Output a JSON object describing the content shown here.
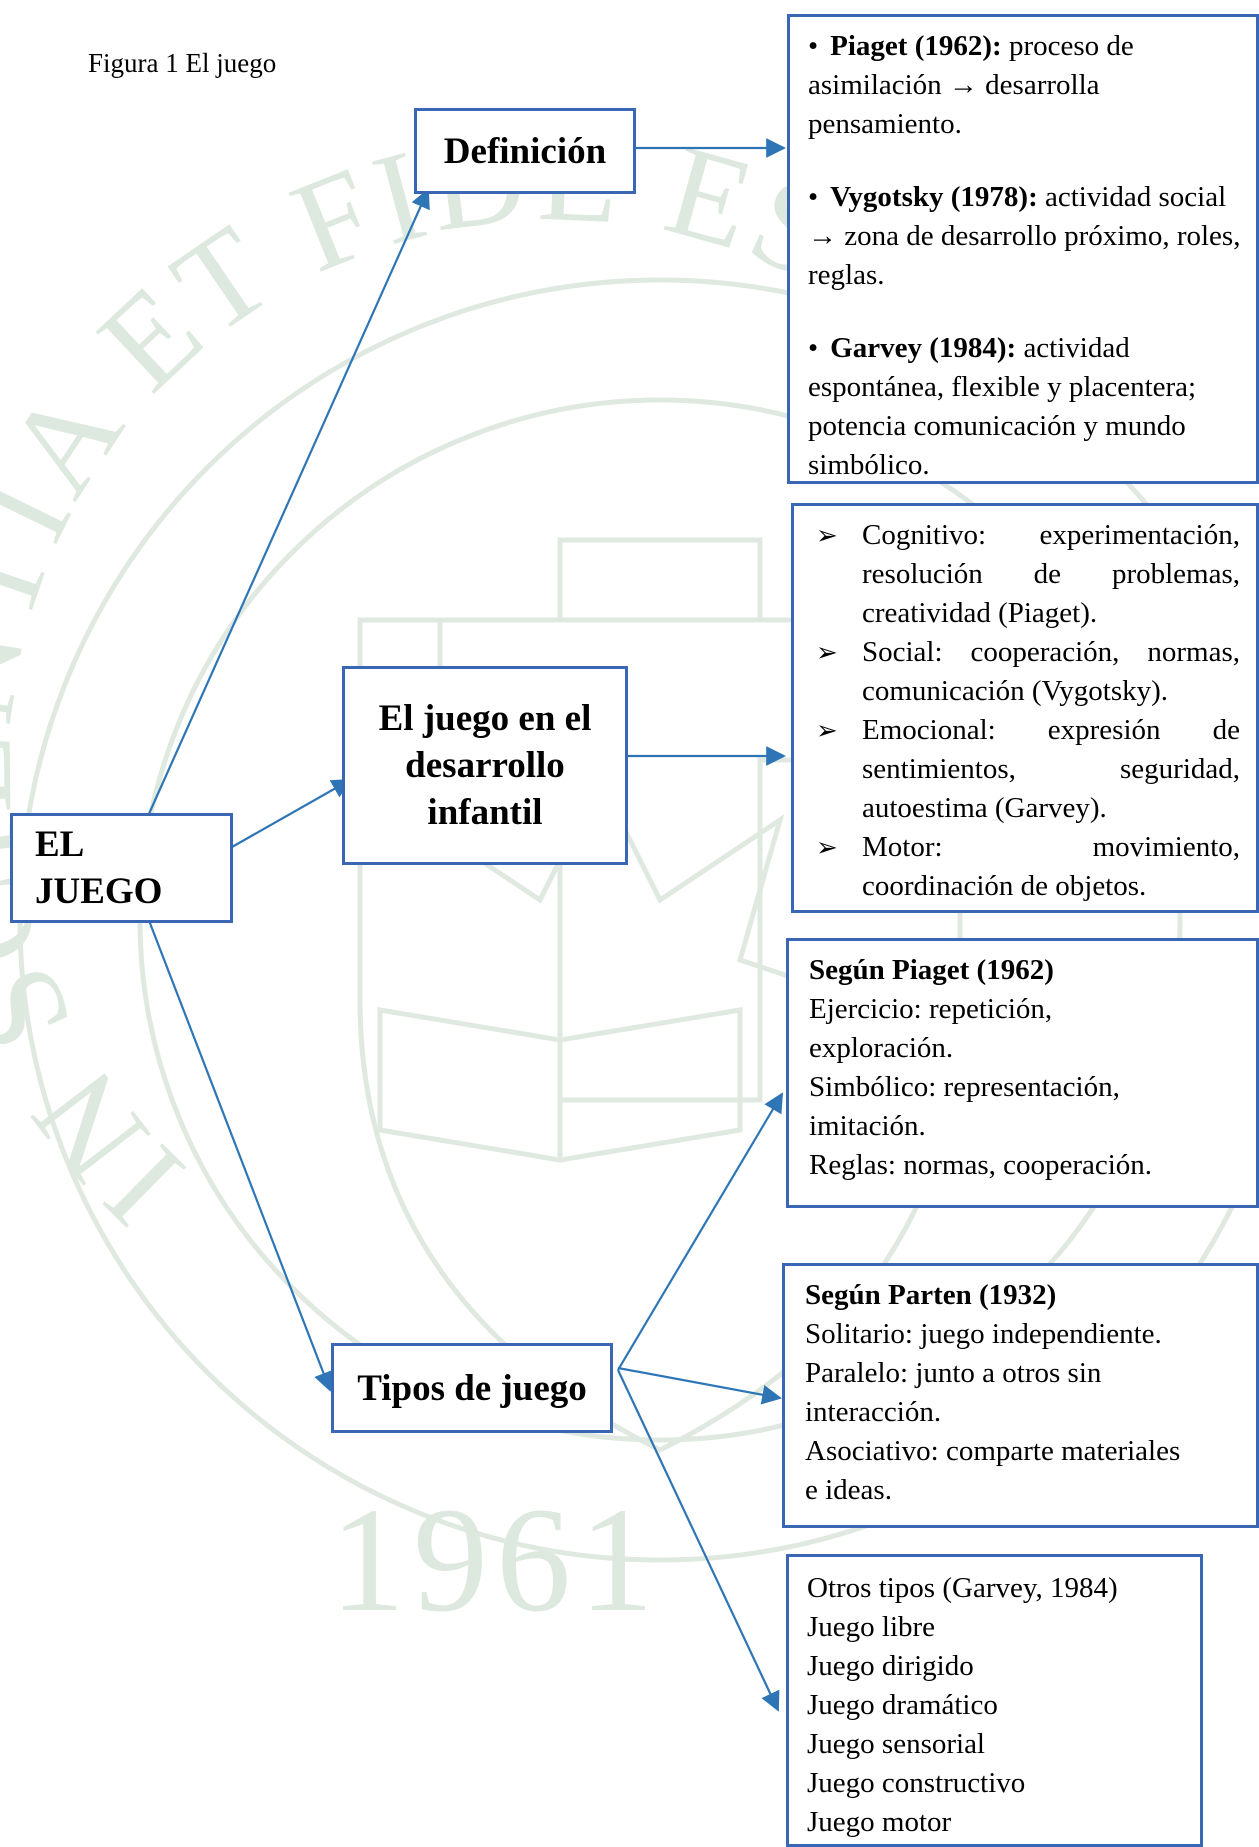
{
  "caption": "Figura  1 El juego",
  "nodes": {
    "root": {
      "line1": "EL",
      "line2": "JUEGO"
    },
    "definicion": "Definición",
    "desarrollo": {
      "line1": "El juego en el",
      "line2": "desarrollo",
      "line3": "infantil"
    },
    "tipos": "Tipos de juego"
  },
  "definiciones": [
    {
      "author": "Piaget (1962):",
      "text": "proceso de asimilación → desarrolla pensamiento."
    },
    {
      "author": "Vygotsky (1978):",
      "text": "actividad social → zona de desarrollo próximo, roles, reglas."
    },
    {
      "author": "Garvey (1984):",
      "text": "actividad espontánea, flexible y placentera; potencia comunicación y mundo simbólico."
    }
  ],
  "desarrollo_items": [
    "Cognitivo: experimentación, resolución de problemas, creatividad (Piaget).",
    "Social: cooperación, normas, comunicación (Vygotsky).",
    "Emocional: expresión de sentimientos, seguridad, autoestima (Garvey).",
    "Motor: movimiento, coordinación de objetos."
  ],
  "piaget_types": {
    "title": "Según Piaget (1962)",
    "lines": [
      "Ejercicio: repetición,",
      "exploración.",
      "Simbólico: representación,",
      "imitación.",
      "Reglas: normas, cooperación."
    ]
  },
  "parten_types": {
    "title": "Según Parten (1932)",
    "lines": [
      "Solitario: juego independiente.",
      "Paralelo: junto a otros sin",
      "interacción.",
      "Asociativo: comparte materiales",
      "e ideas."
    ]
  },
  "garvey_types": {
    "title": "Otros tipos (Garvey, 1984)",
    "lines": [
      "Juego libre",
      "Juego dirigido",
      "Juego dramático",
      "Juego sensorial",
      "Juego constructivo",
      "Juego motor"
    ]
  },
  "watermark": {
    "motto": "IN SCIENTIA ET FIDE EST ..",
    "year": "1961"
  },
  "colors": {
    "line": "#2e75b6",
    "border": "#3a67b5",
    "watermark": "#dde8de"
  }
}
